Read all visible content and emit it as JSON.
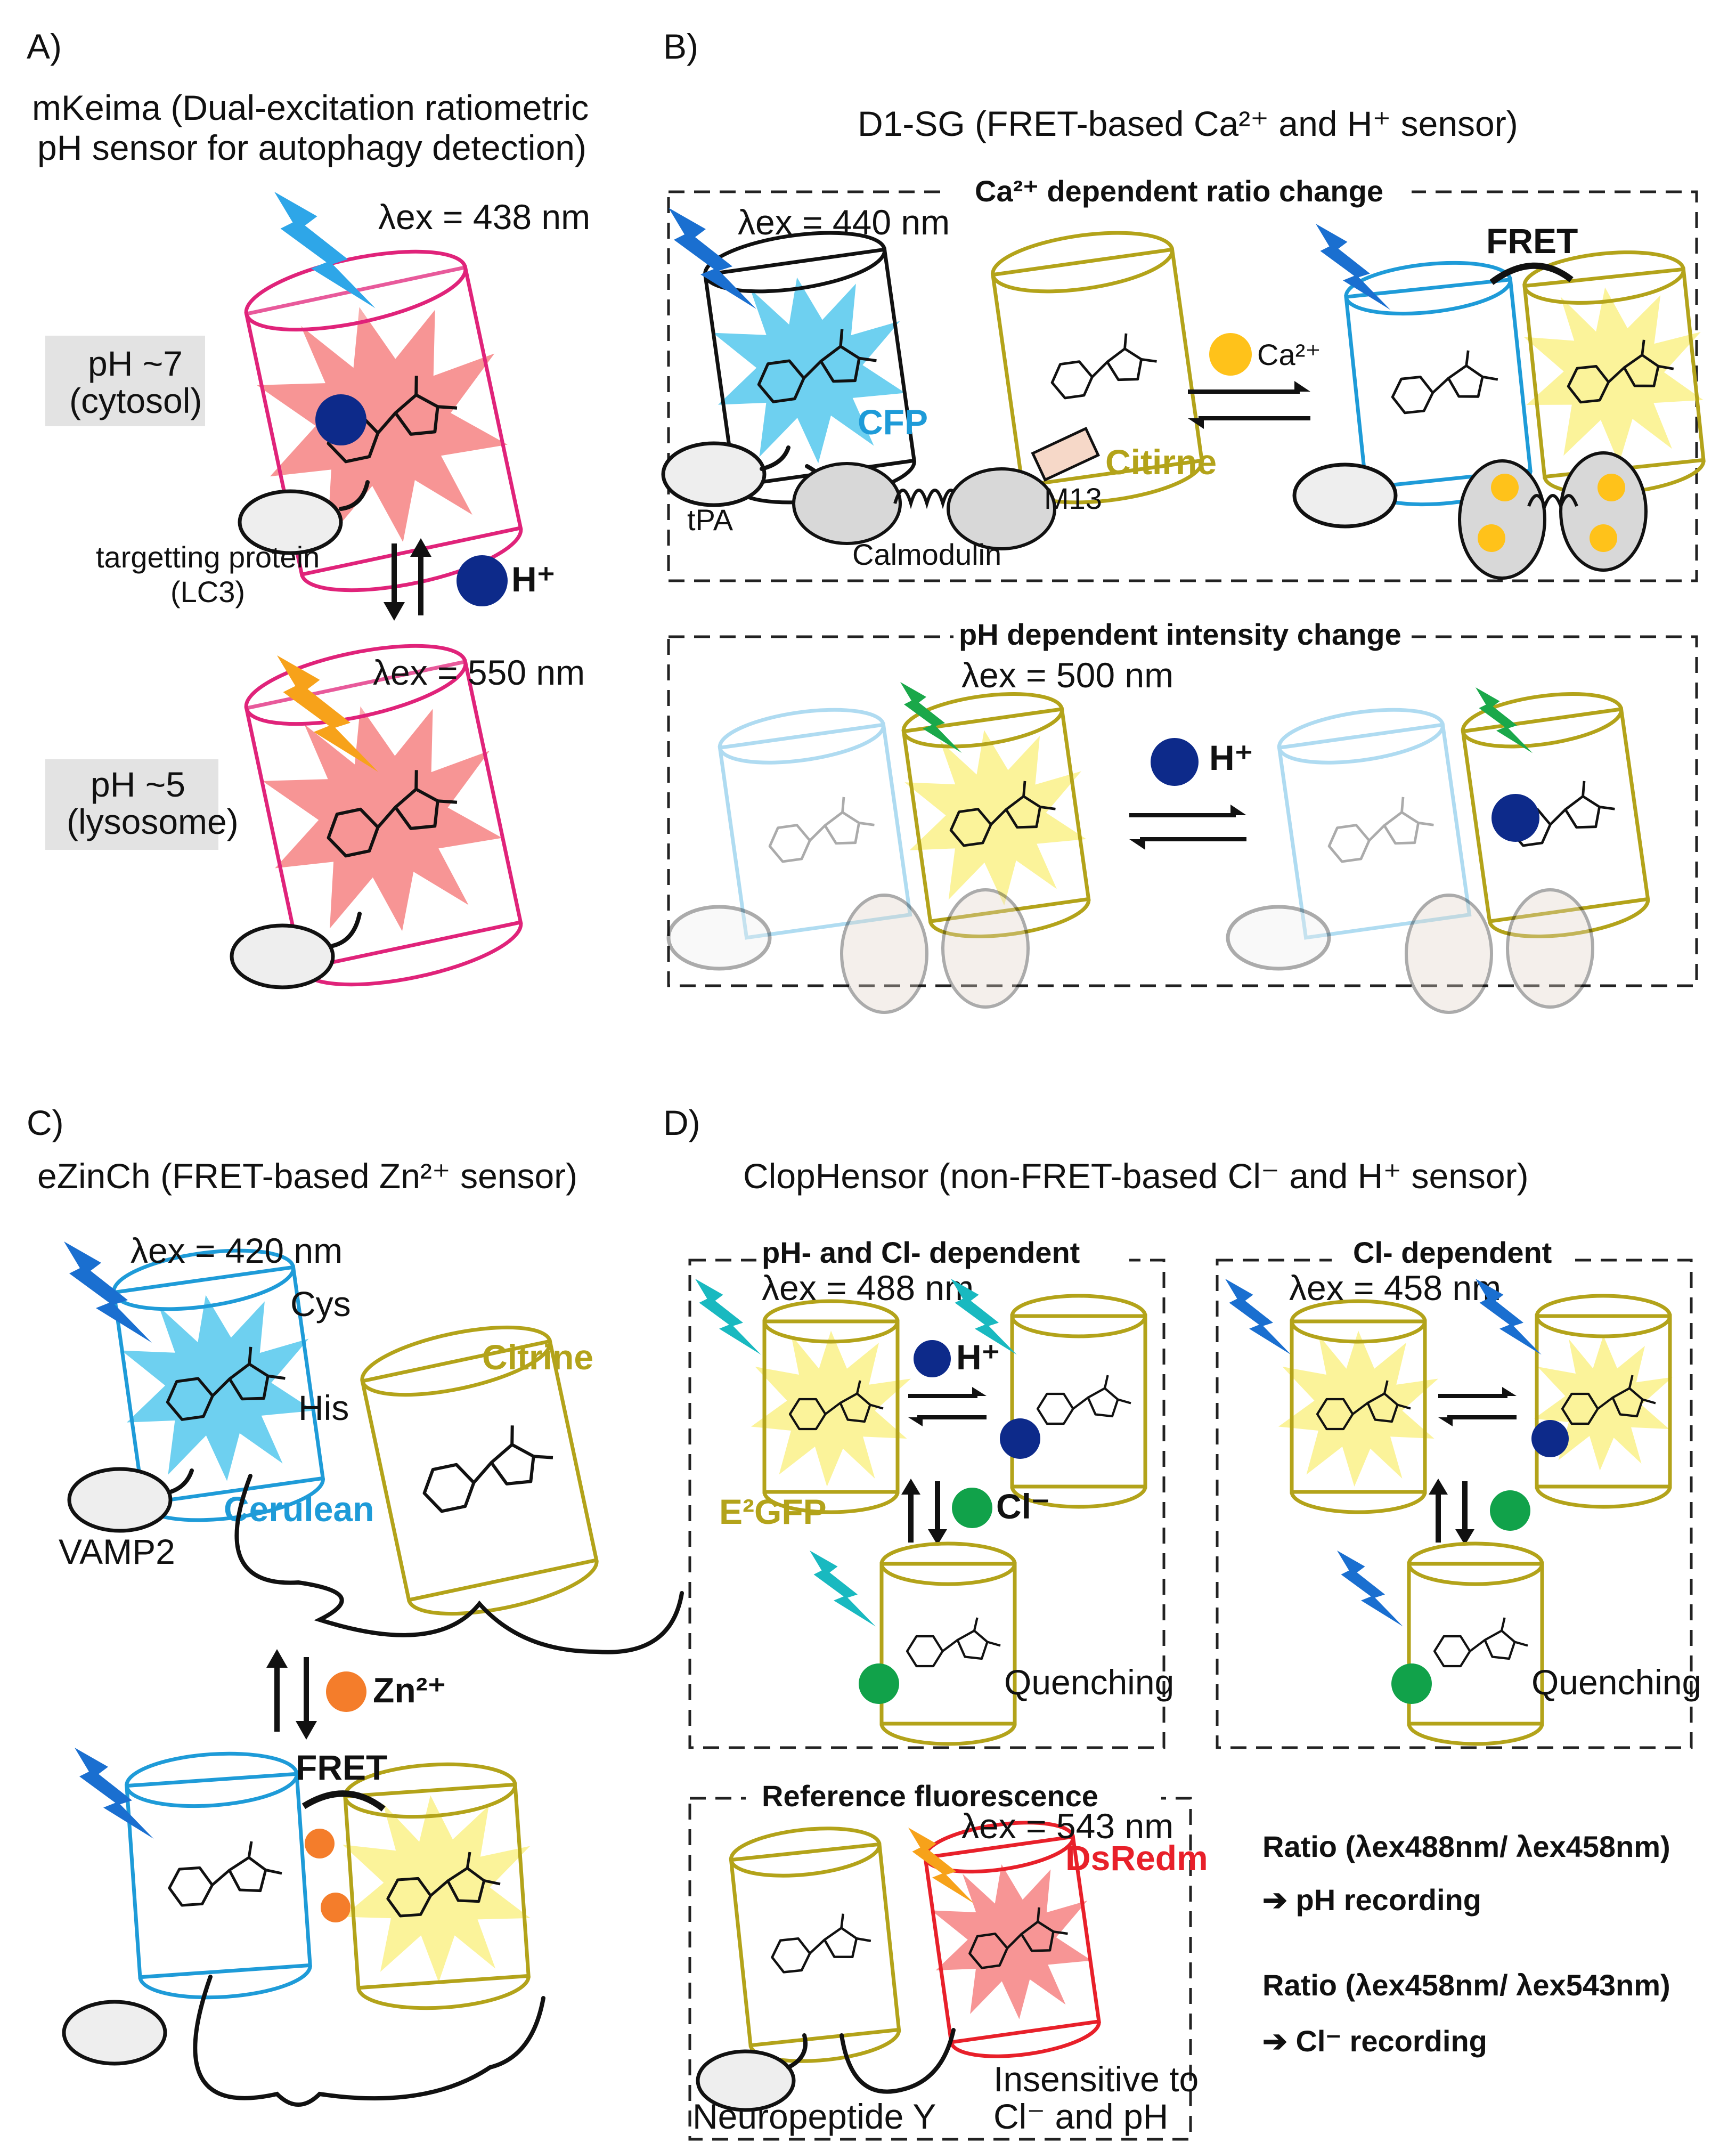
{
  "colors": {
    "magenta": "#e0237a",
    "cyan_blue": "#1e9bd8",
    "olive": "#b3a31a",
    "red": "#e8202a",
    "navy": "#0d2a8a",
    "green": "#11a24a",
    "orange": "#f47d2b",
    "ca_yellow": "#ffc21a",
    "glow_red": "#f79595",
    "glow_cyan": "#6ed0f0",
    "glow_yellow": "#fbf39a",
    "bolt_blue": "#1a6fd0",
    "bolt_lightblue": "#2ea6e8",
    "bolt_orange": "#f7a21a",
    "bolt_green": "#1aa84a",
    "bolt_teal": "#19b9c0"
  },
  "panel_a": {
    "label": "A)",
    "title_line1": "mKeima (Dual-excitation ratiometric",
    "title_line2": "pH sensor for autophagy detection)",
    "lambda_top": "λex = 438 nm",
    "lambda_bottom": "λex = 550 nm",
    "ph7_line1": "pH ~7",
    "ph7_line2": "(cytosol)",
    "ph5_line1": "pH ~5",
    "ph5_line2": "(lysosome)",
    "target_line1": "targetting protein",
    "target_line2": "(LC3)",
    "proton": "H⁺"
  },
  "panel_b": {
    "label": "B)",
    "title": "D1-SG (FRET-based Ca²⁺ and H⁺ sensor)",
    "box1_title": "Ca²⁺ dependent ratio change",
    "box2_title": "pH dependent intensity change",
    "lambda_440": "λex = 440 nm",
    "lambda_500": "λex = 500 nm",
    "cfp": "CFP",
    "citrine": "Citirne",
    "tpa": "tPA",
    "calmodulin": "Calmodulin",
    "m13": "M13",
    "calcium": "Ca²⁺",
    "fret": "FRET",
    "proton": "H⁺"
  },
  "panel_c": {
    "label": "C)",
    "title": "eZinCh (FRET-based Zn²⁺ sensor)",
    "lambda_420": "λex = 420 nm",
    "cys": "Cys",
    "his": "His",
    "citrine": "Citrine",
    "cerulean": "Cerulean",
    "vamp2": "VAMP2",
    "zinc": "Zn²⁺",
    "fret": "FRET"
  },
  "panel_d": {
    "label": "D)",
    "title": "ClopHensor (non-FRET-based Cl⁻ and H⁺ sensor)",
    "box1_title": "pH- and Cl- dependent",
    "box2_title": "Cl- dependent",
    "box3_title": "Reference fluorescence",
    "lambda_488": "λex = 488 nm",
    "lambda_458": "λex = 458 nm",
    "lambda_543": "λex = 543 nm",
    "proton": "H⁺",
    "chloride": "Cl⁻",
    "e2gfp": "E²GFP",
    "quenching": "Quenching",
    "dsredm": "DsRedm",
    "neuropeptide": "Neuropeptide Y",
    "insensitive_line1": "Insensitive to",
    "insensitive_line2": "Cl⁻ and pH",
    "ratio1": "Ratio (λex488nm/ λex458nm)",
    "ratio1_result": "➔ pH recording",
    "ratio2": "Ratio (λex458nm/ λex543nm)",
    "ratio2_result": "➔ Cl⁻ recording"
  }
}
